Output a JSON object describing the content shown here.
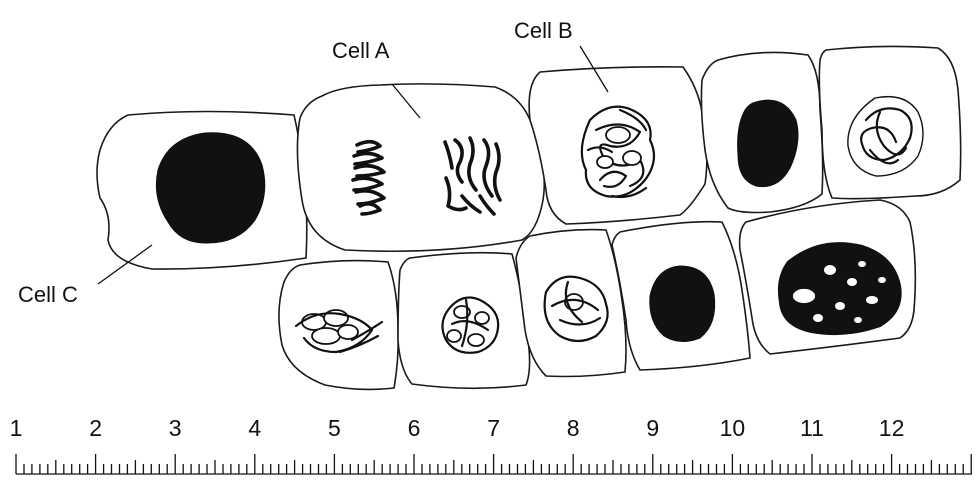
{
  "labels": {
    "cell_a": "Cell A",
    "cell_b": "Cell B",
    "cell_c": "Cell C"
  },
  "ruler": {
    "tick_labels": [
      "1",
      "2",
      "3",
      "4",
      "5",
      "6",
      "7",
      "8",
      "9",
      "10",
      "11",
      "12"
    ],
    "minor_divisions_per_unit": 10
  },
  "colors": {
    "ink": "#111111",
    "background": "#ffffff"
  }
}
